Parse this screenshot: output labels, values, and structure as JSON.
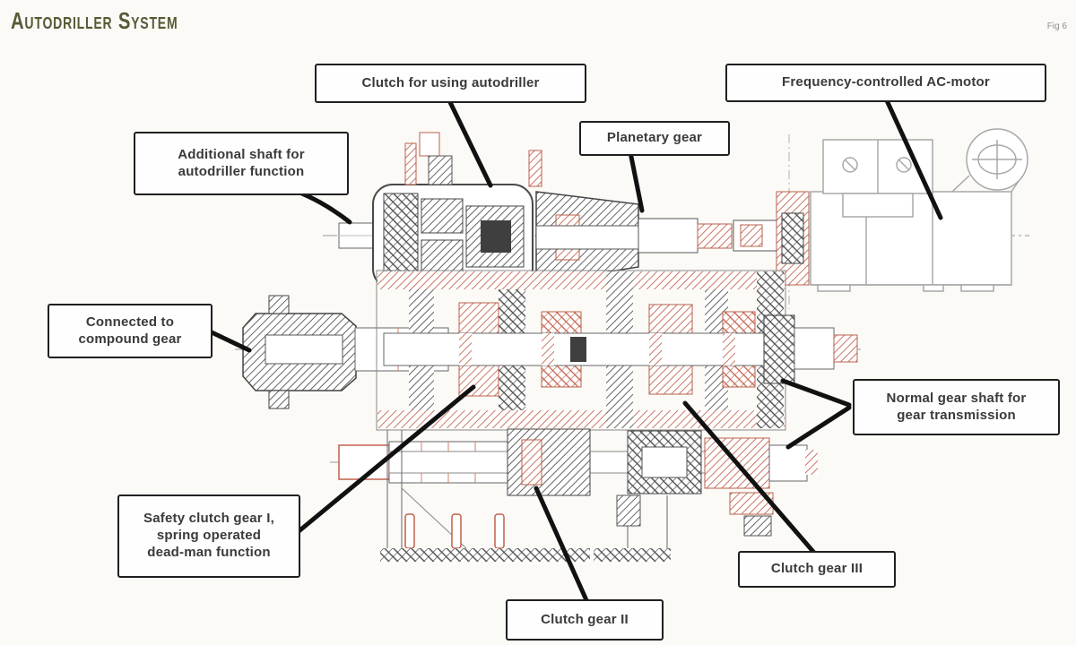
{
  "page": {
    "title": "Autodriller System",
    "fig_label": "Fig 6"
  },
  "colors": {
    "title_olive": "#575a35",
    "accent_terracotta": "#c2604a",
    "dark_line": "#3c3c3c",
    "motor_outline": "#a8a8a8",
    "callout_border": "#1f1f1f",
    "callout_text": "#3a3a3a",
    "background": "#fbfaf7",
    "leader_line": "#111111"
  },
  "labels": {
    "clutch_autodriller": "Clutch for using autodriller",
    "ac_motor": "Frequency-controlled AC-motor",
    "planetary_gear": "Planetary gear",
    "additional_shaft": "Additional shaft for\nautodriller function",
    "compound_gear": "Connected to\ncompound gear",
    "normal_gear_shaft": "Normal gear shaft for\ngear transmission",
    "safety_clutch": "Safety clutch gear I,\nspring operated\ndead-man function",
    "clutch_gear_3": "Clutch gear III",
    "clutch_gear_2": "Clutch gear II"
  }
}
